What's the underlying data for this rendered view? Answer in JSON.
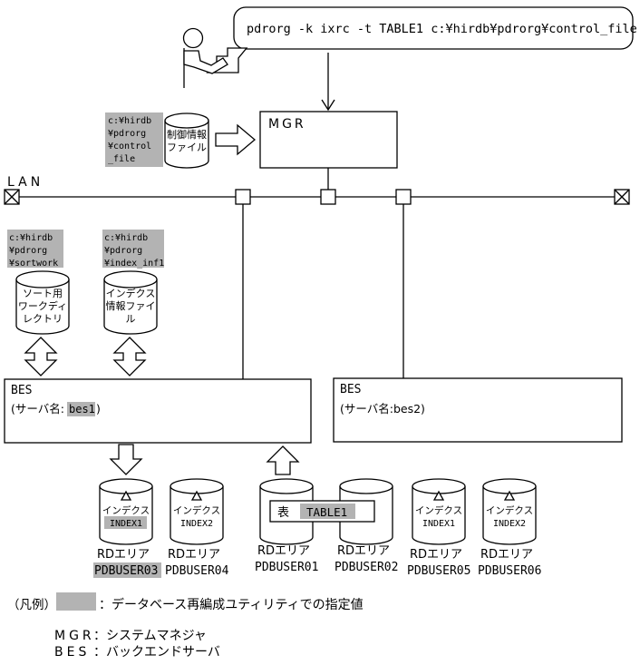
{
  "colors": {
    "highlight": "#b3b3b3",
    "line": "#000000",
    "background": "#ffffff"
  },
  "command_bubble": {
    "command": "pdrorg -k ixrc -t TABLE1 c:¥hirdb¥pdrorg¥control_file"
  },
  "lan": {
    "label": "LAN"
  },
  "mgr_box": {
    "label": "MGR"
  },
  "control_file": {
    "path_lines": [
      "c:¥hirdb",
      "¥pdrorg",
      "¥control",
      "_file"
    ],
    "cylinder_lines": [
      "制御情報",
      "ファイル"
    ]
  },
  "sort_work": {
    "path_lines": [
      "c:¥hirdb",
      "¥pdrorg",
      "¥sortwork"
    ],
    "cylinder_lines": [
      "ソート用",
      "ワークディ",
      "レクトリ"
    ]
  },
  "index_info": {
    "path_lines": [
      "c:¥hirdb",
      "¥pdrorg",
      "¥index_inf1"
    ],
    "cylinder_lines": [
      "インデクス",
      "情報ファイ",
      "ル"
    ]
  },
  "bes1": {
    "title": "BES",
    "server_prefix": "(サーバ名:",
    "server_name": "bes1",
    "server_suffix": ")"
  },
  "bes2": {
    "title": "BES",
    "server_label": "(サーバ名:bes2)"
  },
  "table_bar": {
    "label": "表",
    "table_name": "TABLE1"
  },
  "rd_areas": [
    {
      "kind": "インデクス",
      "object": "INDEX1",
      "area_label": "RDエリア",
      "area_name": "PDBUSER03"
    },
    {
      "kind": "インデクス",
      "object": "INDEX2",
      "area_label": "RDエリア",
      "area_name": "PDBUSER04"
    },
    {
      "area_label": "RDエリア",
      "area_name": "PDBUSER01"
    },
    {
      "area_label": "RDエリア",
      "area_name": "PDBUSER02"
    },
    {
      "kind": "インデクス",
      "object": "INDEX1",
      "area_label": "RDエリア",
      "area_name": "PDBUSER05"
    },
    {
      "kind": "インデクス",
      "object": "INDEX2",
      "area_label": "RDエリア",
      "area_name": "PDBUSER06"
    }
  ],
  "legend": {
    "title": "（凡例）",
    "swatch_desc": "：データベース再編成ユティリティでの指定値",
    "items": [
      {
        "term": "MGR",
        "desc": "：システムマネジャ"
      },
      {
        "term": "BES",
        "desc": "：バックエンドサーバ"
      }
    ]
  }
}
